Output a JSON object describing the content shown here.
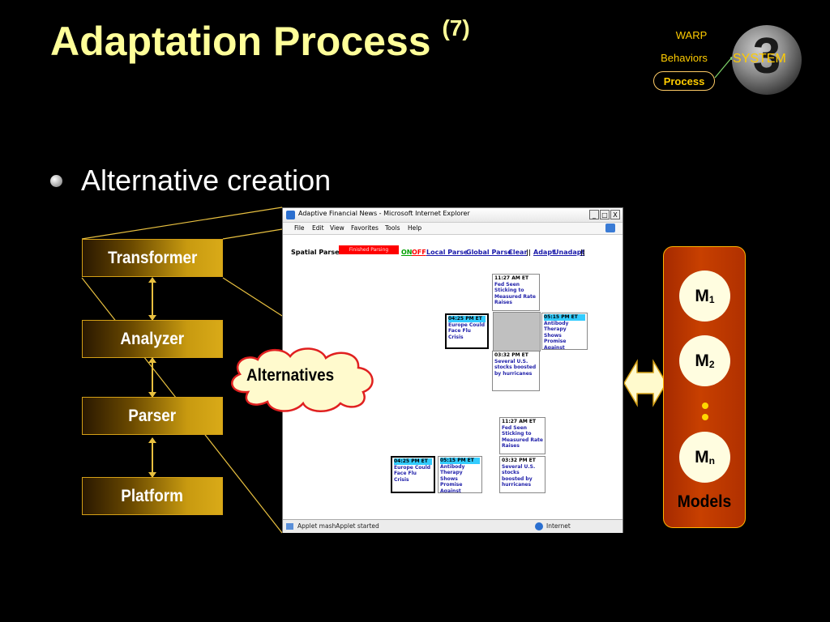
{
  "slide": {
    "title": "Adaptation Process",
    "title_sup": "(7)",
    "bullet": "Alternative creation"
  },
  "nav": {
    "items": [
      "WARP",
      "Behaviors",
      "Process"
    ],
    "active": "Process",
    "system_number": "3",
    "system_label": "SYSTEM"
  },
  "layers": [
    "Transformer",
    "Analyzer",
    "Parser",
    "Platform"
  ],
  "browser": {
    "title": "Adaptive Financial News - Microsoft Internet Explorer",
    "win_buttons": [
      "_",
      "□",
      "X"
    ],
    "menu": [
      "File",
      "Edit",
      "View",
      "Favorites",
      "Tools",
      "Help"
    ],
    "parser_label": "Spatial Parser:",
    "parser_status": "Finished Parsing",
    "links": [
      "ON",
      "OFF",
      "Local Parse",
      "Global Parse",
      "Clear",
      "||",
      "Adapt",
      "Unadapt",
      "||"
    ],
    "status": "Applet mashApplet started",
    "zone": "Internet",
    "news": {
      "fed": {
        "time": "11:27 AM ET",
        "text": "Fed Seen Sticking to Measured Rate Raises"
      },
      "europe": {
        "time": "04:25 PM ET",
        "text": "Europe Could Face Flu Crisis"
      },
      "antibody": {
        "time": "05:15 PM ET",
        "text": "Antibody Therapy Shows Promise Against Alzheimers"
      },
      "us": {
        "time": "03:32 PM ET",
        "text": "Several U.S. stocks boosted by hurricanes"
      }
    }
  },
  "cloud_label": "Alternatives",
  "models": {
    "items": [
      {
        "label": "M",
        "sub": "1"
      },
      {
        "label": "M",
        "sub": "2"
      },
      {
        "label": "M",
        "sub": "n"
      }
    ],
    "caption": "Models"
  },
  "colors": {
    "title": "#ffff99",
    "nav": "#ffcc00",
    "layer_border": "#d4a017",
    "models_bg": "#c84000",
    "connector": "#e8c040"
  }
}
